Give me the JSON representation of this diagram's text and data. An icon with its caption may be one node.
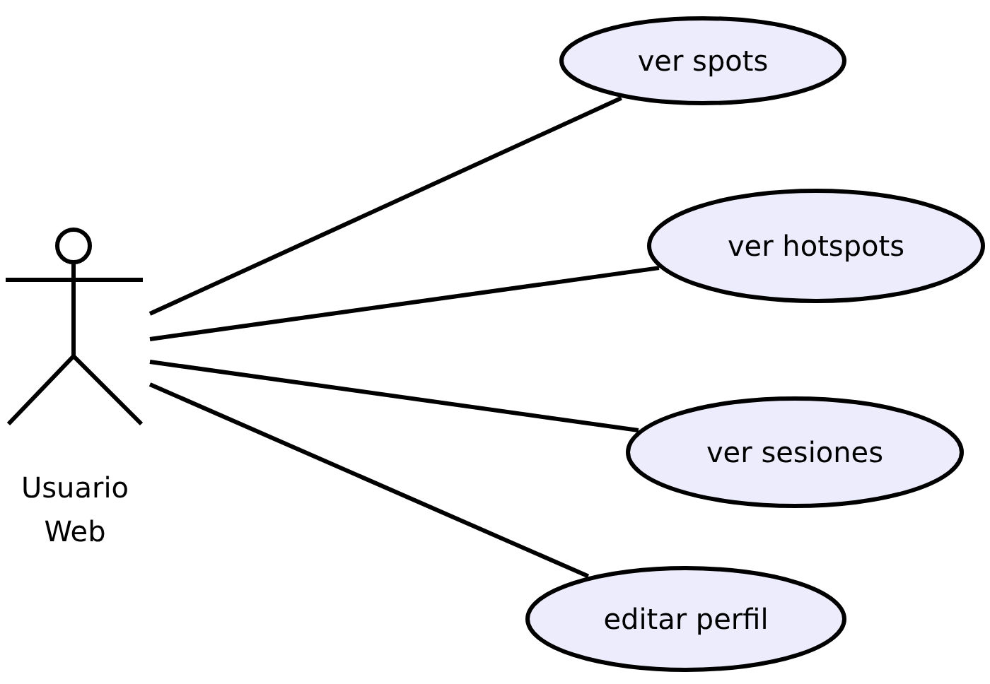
{
  "diagram": {
    "nodes": [
      {
        "text": [
          "Usuario Web"
        ]
      },
      {
        "text": [
          "ver spots"
        ]
      },
      {
        "text": [
          "ver hotspots"
        ]
      },
      {
        "text": [
          "ver sesiones"
        ]
      },
      {
        "text": [
          "editar perfil"
        ]
      }
    ],
    "edges": [
      {
        "from": 0,
        "to": 1,
        "arrow": "none"
      },
      {
        "from": 0,
        "to": 2,
        "arrow": "none"
      },
      {
        "from": 0,
        "to": 3,
        "arrow": "none"
      },
      {
        "from": 0,
        "to": 4,
        "arrow": "none"
      }
    ]
  }
}
